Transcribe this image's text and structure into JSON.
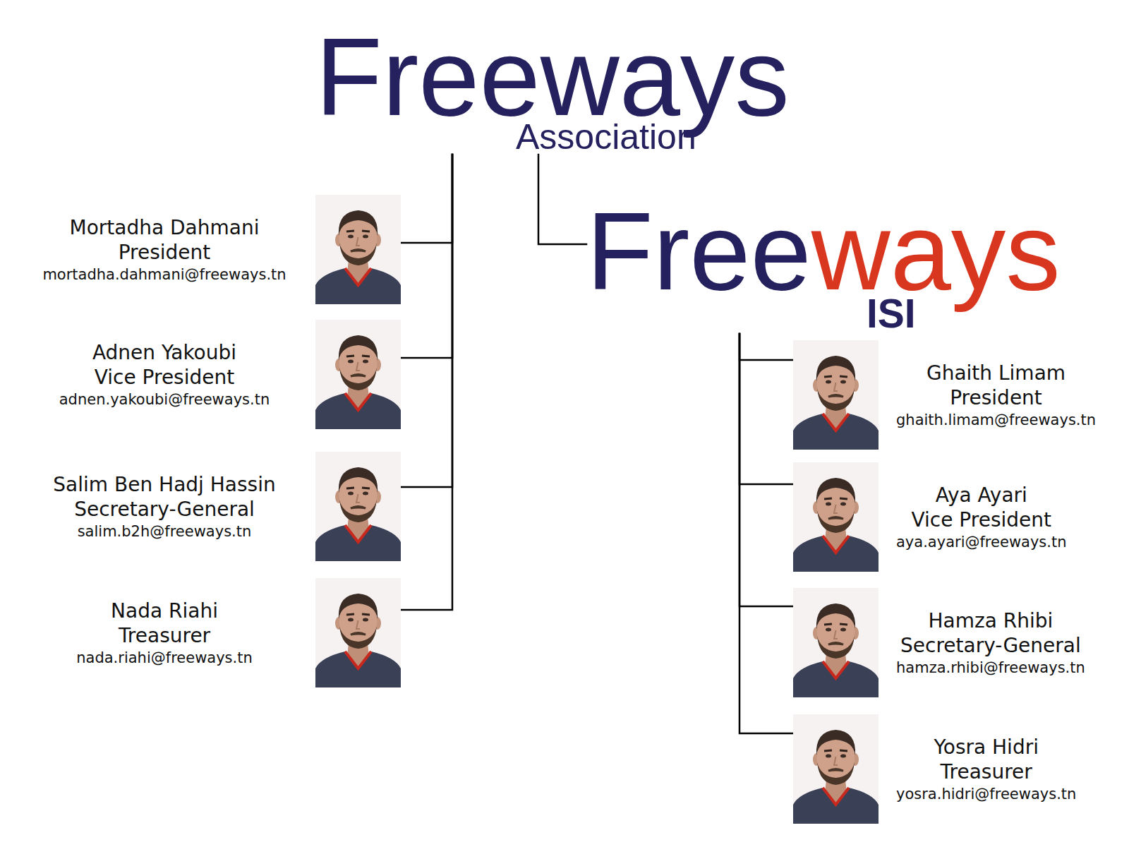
{
  "diagram": {
    "nodes": [
      {
        "text": [
          "Freeways",
          "Association"
        ]
      },
      {
        "text": [
          "Mortadha Dahmani",
          "President",
          "mortadha.dahmani@freeways.tn"
        ]
      },
      {
        "text": [
          "Adnen Yakoubi",
          "Vice President",
          "adnen.yakoubi@freeways.tn"
        ]
      },
      {
        "text": [
          "Salim Ben Hadj Hassin",
          "Secretary-General",
          "salim.b2h@freeways.tn"
        ]
      },
      {
        "text": [
          "Nada Riahi",
          "Treasurer",
          "nada.riahi@freeways.tn"
        ]
      },
      {
        "text": [
          "Free",
          "ways",
          "ISI"
        ]
      },
      {
        "text": [
          "Ghaith Limam",
          "President",
          "ghaith.limam@freeways.tn"
        ]
      },
      {
        "text": [
          "Aya Ayari",
          "Vice President",
          "aya.ayari@freeways.tn"
        ]
      },
      {
        "text": [
          "Hamza Rhibi",
          "Secretary-General",
          "hamza.rhibi@freeways.tn"
        ]
      },
      {
        "text": [
          "Yosra Hidri",
          "Treasurer",
          "yosra.hidri@freeways.tn"
        ]
      }
    ],
    "edges": [
      {
        "from": 0,
        "to": 1,
        "arrow": "none"
      },
      {
        "from": 0,
        "to": 2,
        "arrow": "none"
      },
      {
        "from": 0,
        "to": 3,
        "arrow": "none"
      },
      {
        "from": 0,
        "to": 4,
        "arrow": "none"
      },
      {
        "from": 0,
        "to": 5,
        "arrow": "none"
      },
      {
        "from": 5,
        "to": 6,
        "arrow": "none"
      },
      {
        "from": 5,
        "to": 7,
        "arrow": "none"
      },
      {
        "from": 5,
        "to": 8,
        "arrow": "none"
      },
      {
        "from": 5,
        "to": 9,
        "arrow": "none"
      }
    ]
  }
}
